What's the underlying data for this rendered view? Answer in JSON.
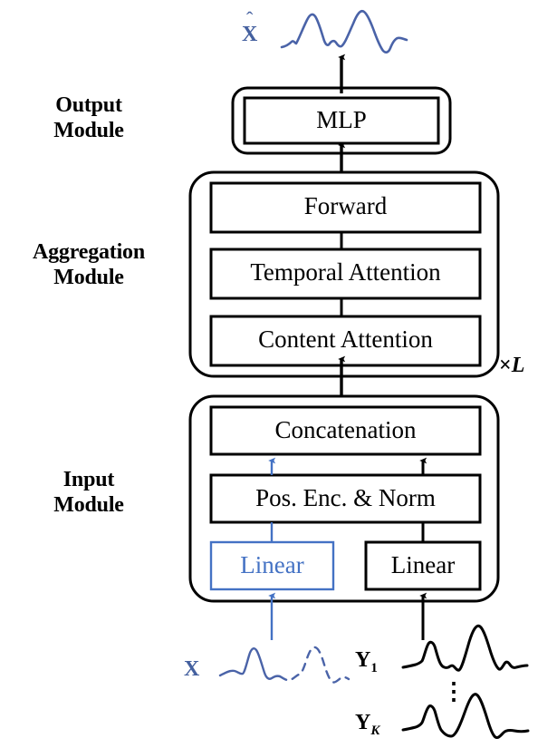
{
  "figure": {
    "type": "architecture-diagram",
    "title": "Model architecture with Input, Aggregation and Output modules",
    "background": "#ffffff",
    "colors": {
      "black": "#000000",
      "blue": "#4472c4",
      "blue_label": "#44609f",
      "blue_wave": "#4a63a8"
    }
  },
  "module_labels": {
    "output": "Output\nModule",
    "output_line1": "Output",
    "output_line2": "Module",
    "aggregation_line1": "Aggregation",
    "aggregation_line2": "Module",
    "input_line1": "Input",
    "input_line2": "Module"
  },
  "output_module": {
    "blocks": [
      {
        "label": "MLP",
        "color": "black"
      }
    ]
  },
  "aggregation_module": {
    "repeat_annotation": "×L",
    "repeat_symbol": "×",
    "repeat_count_letter": "L",
    "blocks": [
      {
        "label": "Forward",
        "color": "black"
      },
      {
        "label": "Temporal Attention",
        "color": "black"
      },
      {
        "label": "Content Attention",
        "color": "black"
      }
    ]
  },
  "input_module": {
    "blocks": [
      {
        "label": "Concatenation",
        "color": "black"
      },
      {
        "label": "Pos. Enc. & Norm",
        "color": "black"
      },
      {
        "label": "Linear",
        "color": "blue"
      },
      {
        "label": "Linear",
        "color": "black"
      }
    ]
  },
  "signals": {
    "output_signal": {
      "symbol": "X",
      "accent": "ˆ",
      "color": "blue",
      "style": "solid"
    },
    "input_target": {
      "symbol": "X",
      "color": "blue",
      "style": "solid-then-dashed"
    },
    "covariates": [
      {
        "symbol": "Y",
        "subscript": "1",
        "subscript_italic": false,
        "color": "black",
        "style": "solid"
      },
      {
        "symbol": "Y",
        "subscript": "K",
        "subscript_italic": true,
        "color": "black",
        "style": "solid"
      }
    ],
    "ellipsis": "⋮"
  }
}
